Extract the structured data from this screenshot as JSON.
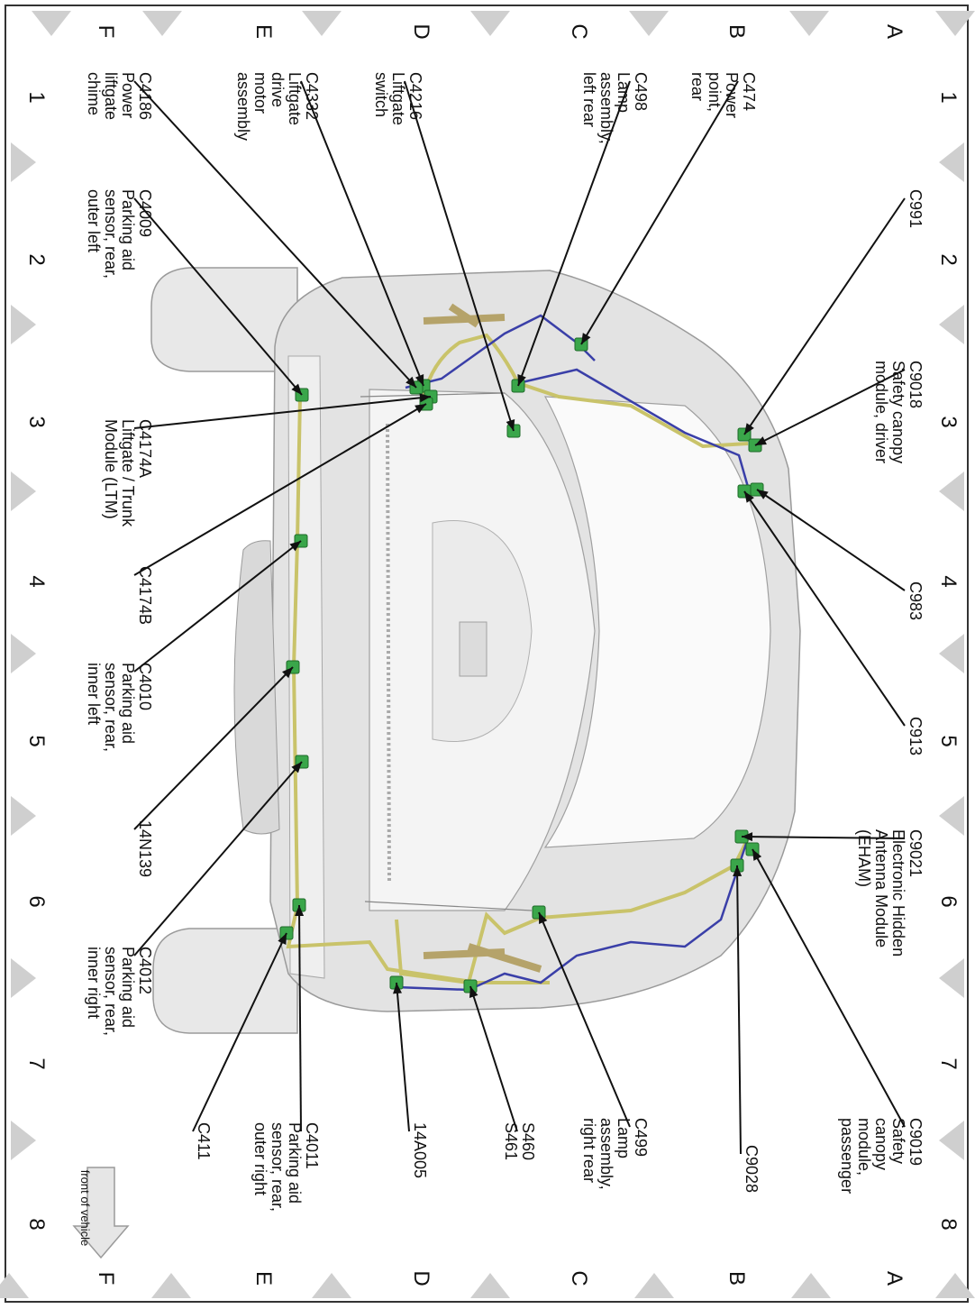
{
  "grid": {
    "rows": [
      "A",
      "B",
      "C",
      "D",
      "E",
      "F"
    ],
    "columns": [
      "1",
      "2",
      "3",
      "4",
      "5",
      "6",
      "7",
      "8"
    ]
  },
  "front_of_vehicle": "front of vehicle",
  "callouts": [
    {
      "id": "C474",
      "lines": [
        "C474",
        "Power",
        "point,",
        "rear"
      ]
    },
    {
      "id": "C991",
      "lines": [
        "C991"
      ]
    },
    {
      "id": "C9018",
      "lines": [
        "C9018",
        "Safety canopy",
        "module, driver"
      ]
    },
    {
      "id": "C983",
      "lines": [
        "C983"
      ]
    },
    {
      "id": "C913",
      "lines": [
        "C913"
      ]
    },
    {
      "id": "C9021",
      "lines": [
        "C9021",
        "Electronic Hidden",
        "Antenna Module",
        "(EHAM)"
      ]
    },
    {
      "id": "C9019",
      "lines": [
        "C9019",
        "Safety",
        "canopy",
        "module,",
        "passenger"
      ]
    },
    {
      "id": "C498",
      "lines": [
        "C498",
        "Lamp",
        "assembly,",
        "left rear"
      ]
    },
    {
      "id": "C9028",
      "lines": [
        "C9028"
      ]
    },
    {
      "id": "C499",
      "lines": [
        "C499",
        "Lamp",
        "assembly,",
        "right rear"
      ]
    },
    {
      "id": "C4216",
      "lines": [
        "C4216",
        "Liftgate",
        "switch"
      ]
    },
    {
      "id": "S460",
      "lines": [
        "S460",
        "S461"
      ]
    },
    {
      "id": "14A005",
      "lines": [
        "14A005"
      ]
    },
    {
      "id": "C4332",
      "lines": [
        "C4332",
        "Liftgate",
        "drive",
        "motor",
        "assembly"
      ]
    },
    {
      "id": "C4011",
      "lines": [
        "C4011",
        "Parking aid",
        "sensor, rear,",
        "outer right"
      ]
    },
    {
      "id": "C4186",
      "lines": [
        "C4186",
        "Power",
        "liftgate",
        "chime"
      ]
    },
    {
      "id": "C4009",
      "lines": [
        "C4009",
        "Parking aid",
        "sensor, rear,",
        "outer left"
      ]
    },
    {
      "id": "C4174A",
      "lines": [
        "C4174A",
        "Liftgate / Trunk",
        "Module (LTM)"
      ]
    },
    {
      "id": "C4174B",
      "lines": [
        "C4174B"
      ]
    },
    {
      "id": "C4010",
      "lines": [
        "C4010",
        "Parking aid",
        "sensor, rear,",
        "inner left"
      ]
    },
    {
      "id": "14N139",
      "lines": [
        "14N139"
      ]
    },
    {
      "id": "C4012",
      "lines": [
        "C4012",
        "Parking aid",
        "sensor, rear,",
        "inner right"
      ]
    },
    {
      "id": "C411",
      "lines": [
        "C411"
      ]
    }
  ],
  "colors": {
    "body_fill": "#e6e6e6",
    "body_stroke": "#9a9a9a",
    "harness_yellow": "#c9c36a",
    "harness_blue": "#3a3fa8",
    "connector_green": "#3aa64a",
    "grid_gray": "#cfcfcf"
  }
}
